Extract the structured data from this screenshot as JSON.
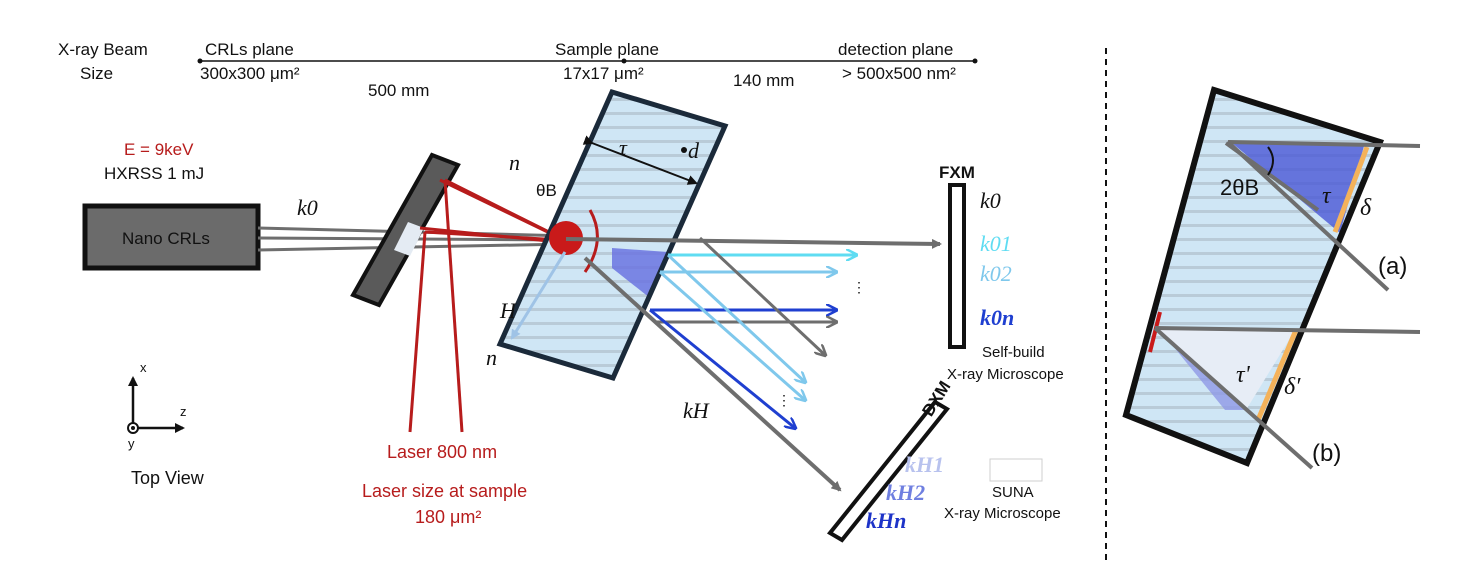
{
  "scale_bar": {
    "beam_size_label_line1": "X-ray Beam",
    "beam_size_label_line2": "Size",
    "crls_plane": "CRLs plane",
    "crls_size": "300x300 μm²",
    "sample_plane": "Sample plane",
    "sample_size": "17x17 μm²",
    "detection_plane": "detection plane",
    "detection_size": "> 500x500 nm²",
    "dist_1": "500 mm",
    "dist_2": "140 mm"
  },
  "source": {
    "energy": "E = 9keV",
    "mode": "HXRSS 1 mJ",
    "crl_label": "Nano CRLs",
    "k0": "k0"
  },
  "laser": {
    "wavelength": "Laser 800 nm",
    "size_line1": "Laser size at sample",
    "size_line2": "180 μm²"
  },
  "sample": {
    "n_top": "n",
    "theta": "θB",
    "tau": "τ",
    "d": "d",
    "H": "H",
    "n_bottom": "n"
  },
  "fxm": {
    "label": "FXM",
    "k0": "k0",
    "k01": "k01",
    "k02": "k02",
    "k0n": "k0n",
    "ellipsis": "⋮",
    "caption_line1": "Self-build",
    "caption_line2": "X-ray Microscope"
  },
  "dxm": {
    "label": "DXM",
    "kH": "kH",
    "kH1": "kH1",
    "kH2": "kH2",
    "kHn": "kHn",
    "ellipsis": "⋮",
    "caption_line1": "SUNA",
    "caption_line2": "X-ray Microscope"
  },
  "axes": {
    "x": "x",
    "y": "y",
    "z": "z",
    "view": "Top View"
  },
  "inset": {
    "two_theta": "2θB",
    "tau": "τ",
    "delta": "δ",
    "label_a": "(a)",
    "tau_prime": "τ'",
    "delta_prime": "δ′",
    "label_b": "(b)"
  },
  "colors": {
    "laser_red": "#b71c1c",
    "beam_gray": "#6e6e6e",
    "crystal_fill": "#cfe6f5",
    "stripe": "#b9cbd8",
    "wedge_blue": "#4a57d6",
    "k01_color": "#5fdcf2",
    "k02_color": "#7fc8ec",
    "k0n_color": "#1f3fd0",
    "kH1_color": "#b8c2ee",
    "kH2_color": "#6f7fe0",
    "kHn_color": "#1d33c8",
    "orange_edge": "#f4b25a"
  }
}
